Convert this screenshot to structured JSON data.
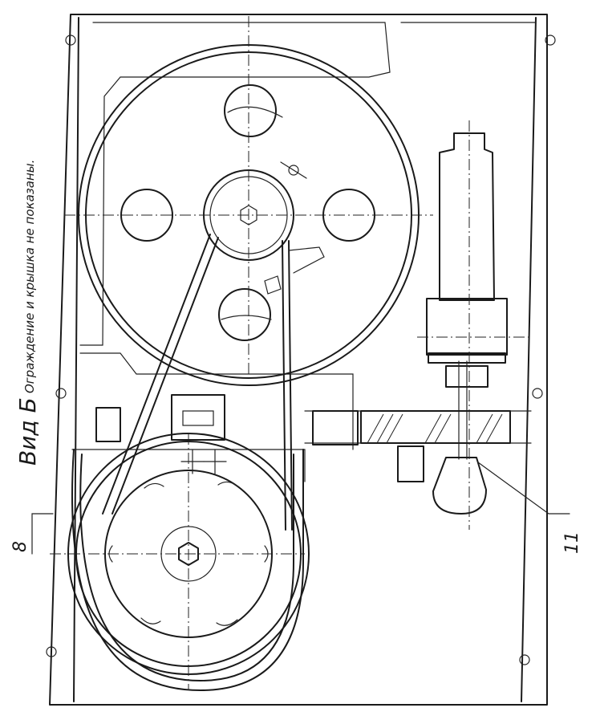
{
  "drawing": {
    "view_title": "Вид Б",
    "note": "Ограждение и крышка не показаны.",
    "callouts": [
      "8",
      "11"
    ]
  }
}
